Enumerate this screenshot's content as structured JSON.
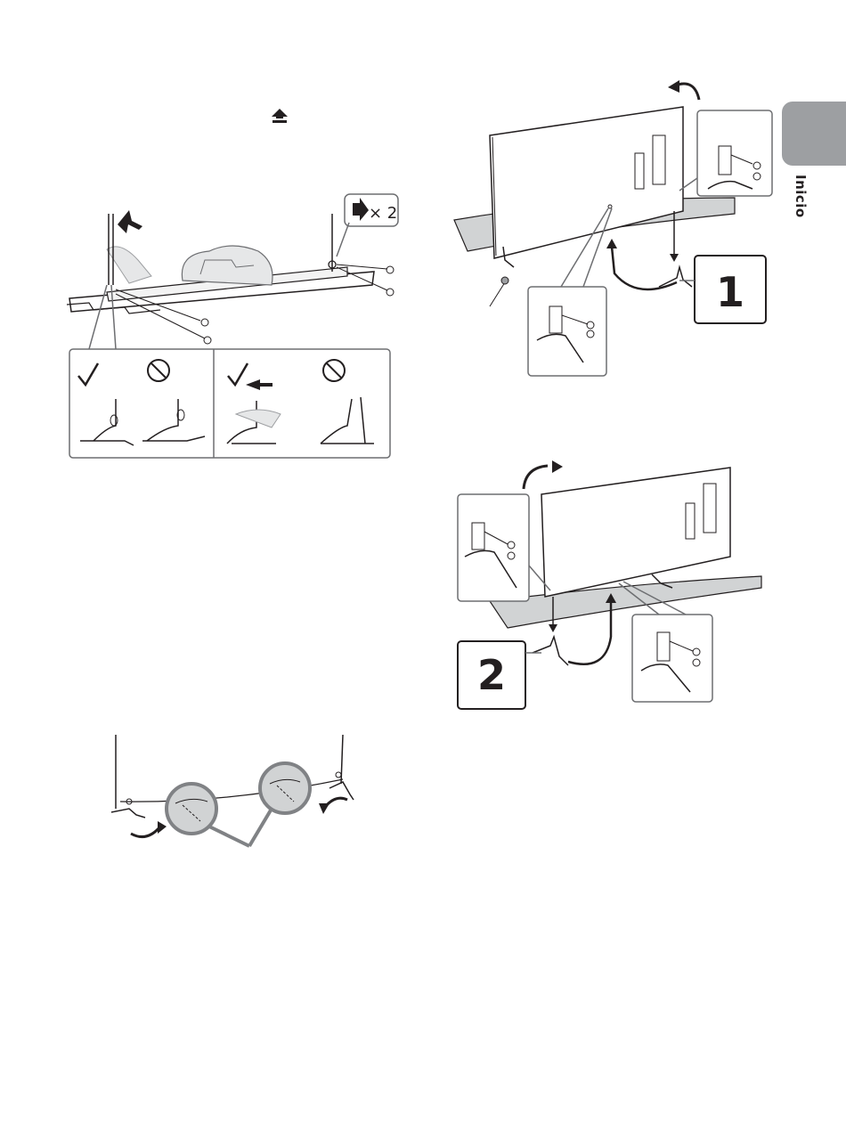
{
  "side_tab": {
    "label": "Inicio",
    "color": "#9d9fa2"
  },
  "screws": {
    "count_label": "× 2"
  },
  "steps": [
    {
      "number": "1"
    },
    {
      "number": "2"
    }
  ],
  "colors": {
    "line": "#231f20",
    "panel_border": "#6d6e71",
    "gray_fill": "#d1d3d4",
    "callout_circle": "#808285"
  },
  "icons": [
    "arrow-up-icon",
    "screw-arrow-icon",
    "check-icon",
    "prohibited-icon",
    "rotate-arrow-icon"
  ]
}
